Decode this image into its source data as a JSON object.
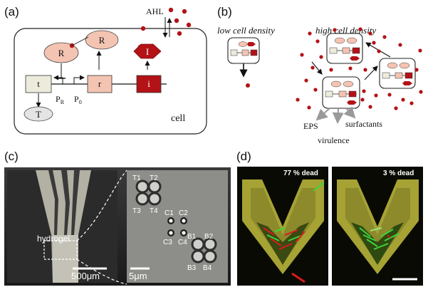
{
  "panels": {
    "a": {
      "label": "(a)",
      "signal": "AHL",
      "cell_label": "cell",
      "box_t": "t",
      "box_r": "r",
      "box_i": "i",
      "protein_R_top": "R",
      "protein_R_left": "R",
      "protein_I": "I",
      "protein_T": "T",
      "promoter_R": "P",
      "promoter_R_sub": "R",
      "promoter_0": "P",
      "promoter_0_sub": "0"
    },
    "b": {
      "label": "(b)",
      "low_title": "low cell density",
      "high_title": "high cell density",
      "out_eps": "EPS",
      "out_surfactants": "surfactants",
      "out_virulence": "virulence"
    },
    "c": {
      "label": "(c)",
      "hydrogel": "hydrogel",
      "scale_left": "500μm",
      "scale_right": "5μm",
      "traps": [
        "T1",
        "T2",
        "T3",
        "T4",
        "C1",
        "C2",
        "C3",
        "C4",
        "B1",
        "B2",
        "B3",
        "B4"
      ]
    },
    "d": {
      "label": "(d)",
      "left_dead": "77 % dead",
      "right_dead": "3 % dead"
    }
  },
  "colors": {
    "dark_red": "#b31217",
    "salmon": "#f4c4b2",
    "beige": "#ecebdc",
    "grey_protein": "#e4e4e4",
    "micrograph_dark": "#151515",
    "olive": "#a6a234"
  }
}
